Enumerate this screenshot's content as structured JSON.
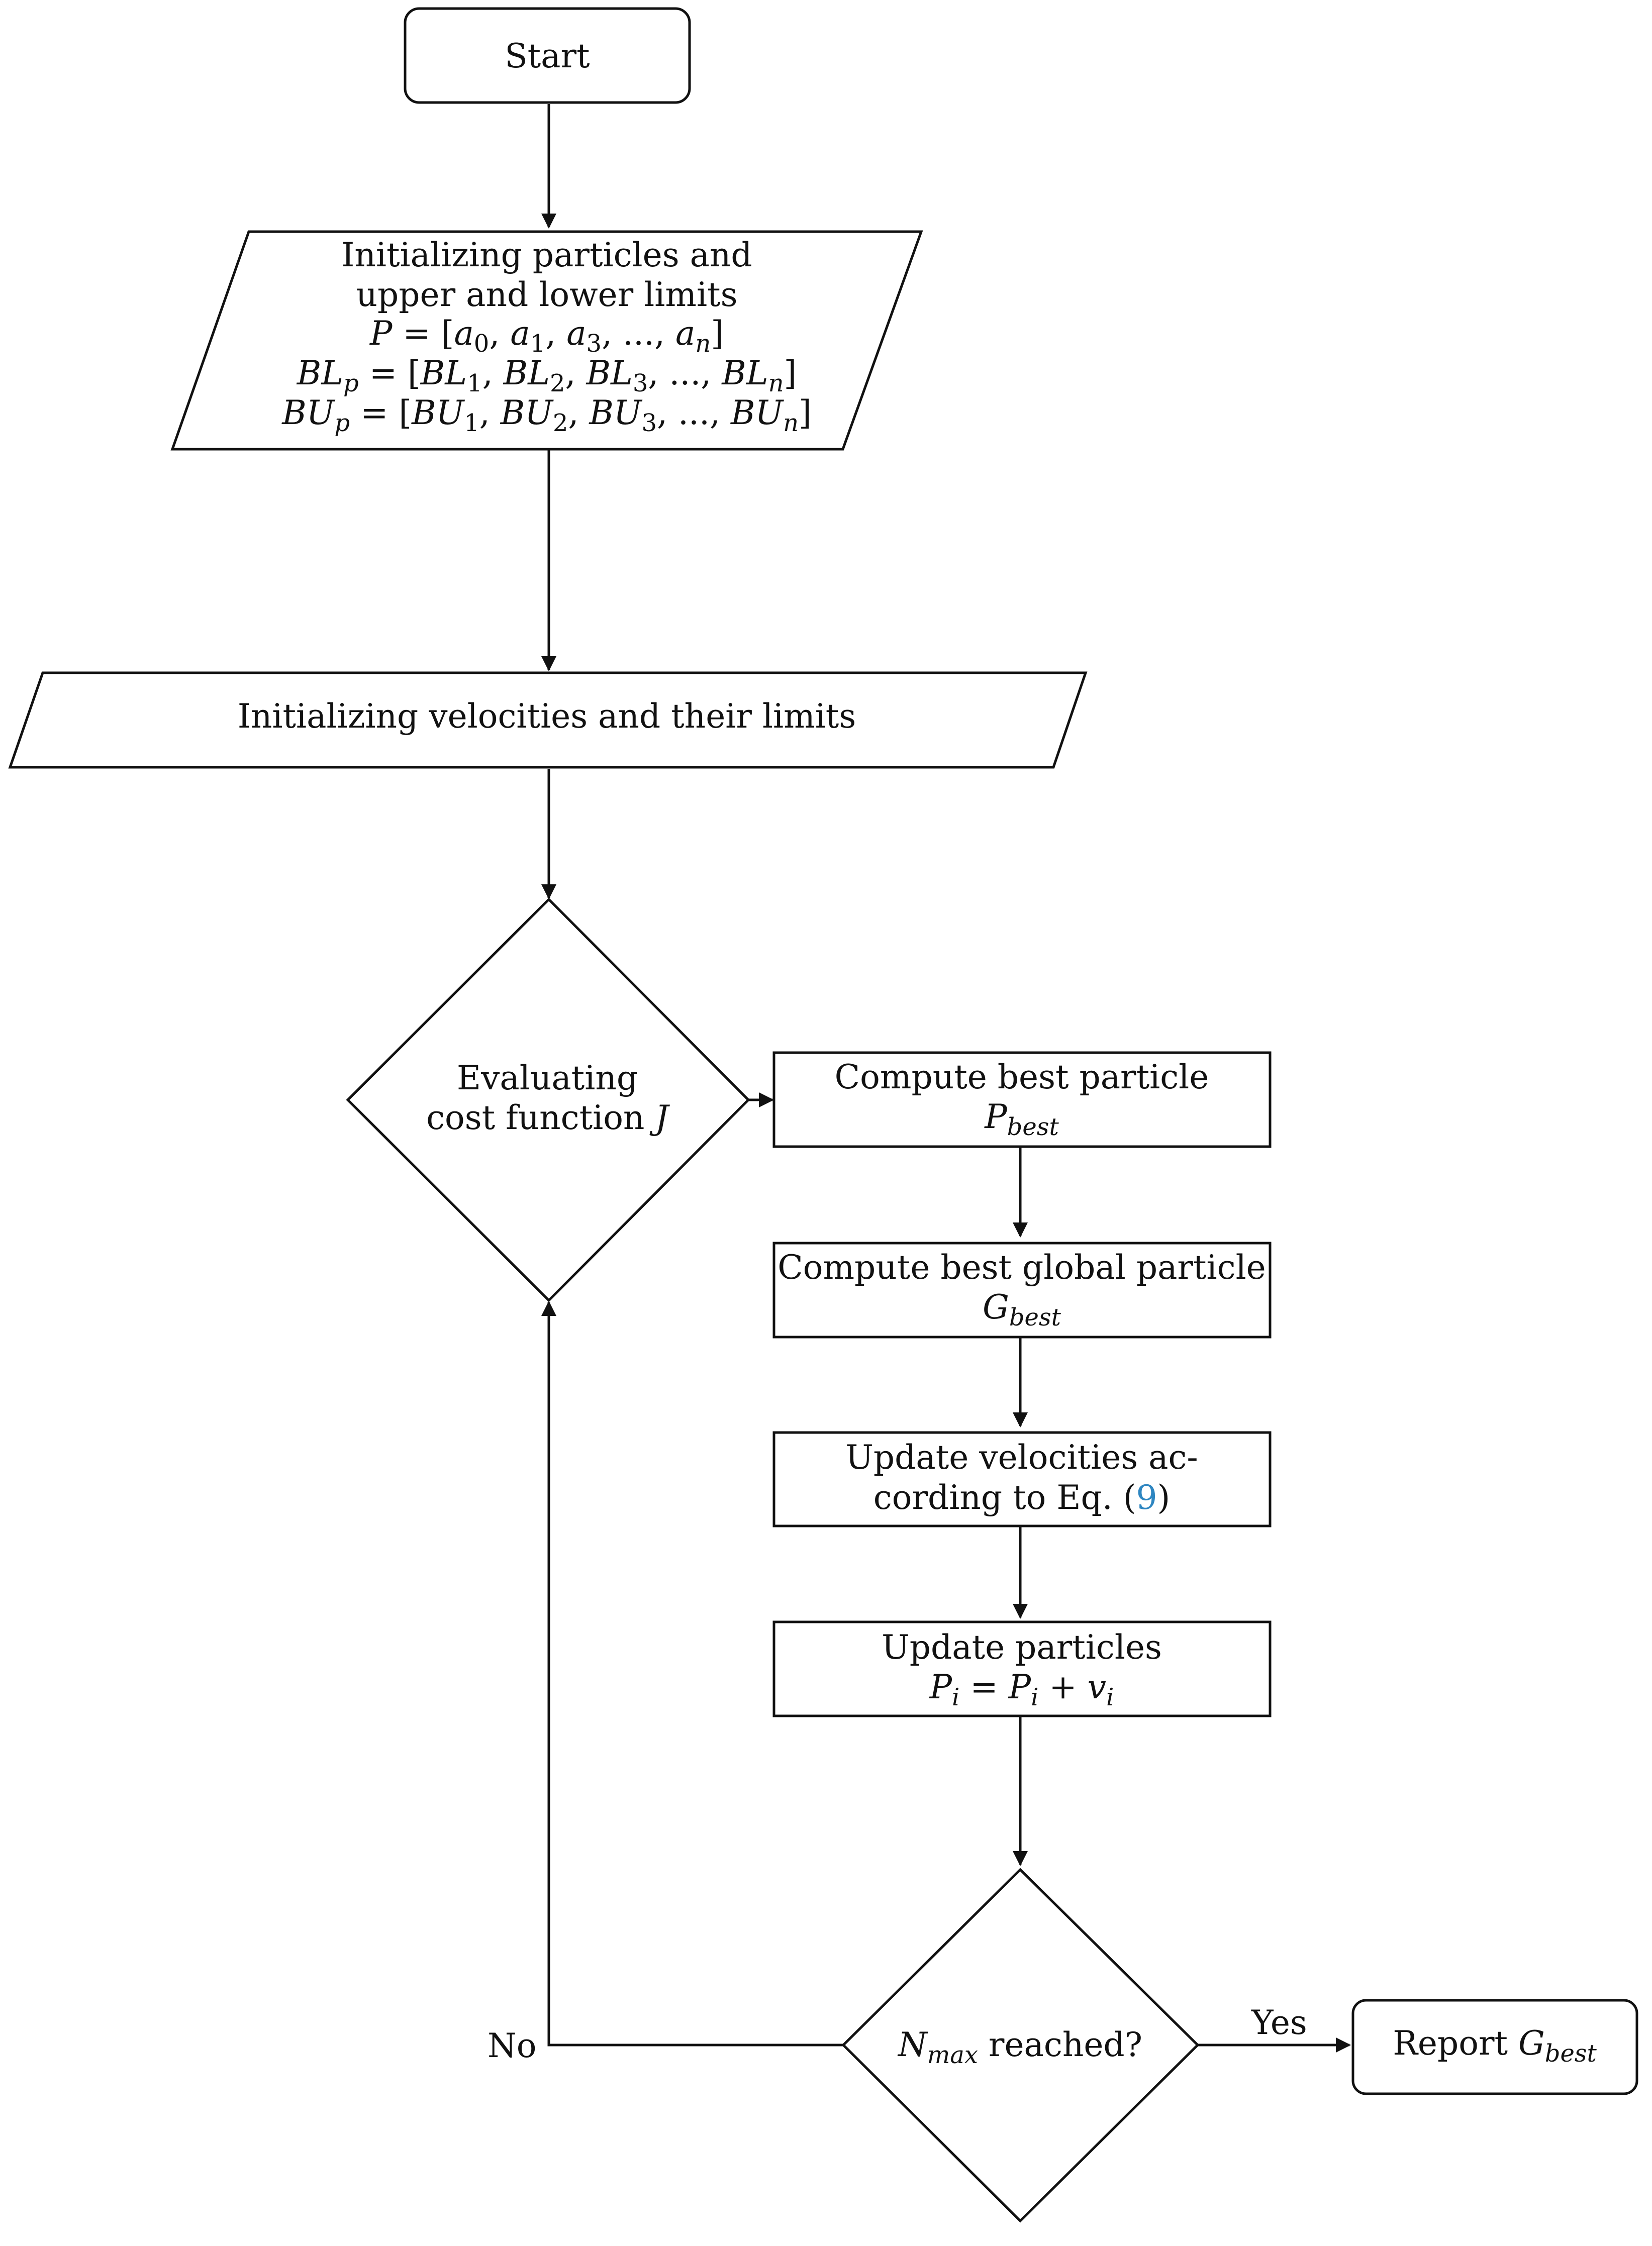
{
  "diagram": {
    "nodes": {
      "start": {
        "label": "Start"
      },
      "init_particles": {
        "line1": "Initializing particles and",
        "line2": "upper and lower limits",
        "eq1": {
          "lhs": "P",
          "rhs": "[a0, a1, a3, ..., an]"
        },
        "eq2": {
          "lhs": "BLp",
          "rhs": "[BL1, BL2, BL3, ..., BLn]"
        },
        "eq3": {
          "lhs": "BUp",
          "rhs": "[BU1, BU2, BU3, ..., BUn]"
        }
      },
      "init_velocities": {
        "label": "Initializing velocities and their limits"
      },
      "evaluate": {
        "line1": "Evaluating",
        "line2_text": "cost function",
        "line2_var": "J"
      },
      "pbest": {
        "line1": "Compute best particle",
        "var": "P",
        "var_sub": "best"
      },
      "gbest": {
        "line1": "Compute best global particle",
        "var": "G",
        "var_sub": "best"
      },
      "update_vel": {
        "line1": "Update velocities ac-",
        "line2_text": "cording to Eq. (",
        "ref": "9",
        "line2_close": ")"
      },
      "update_particles": {
        "line1": "Update particles",
        "eq": "Pi = Pi + vi"
      },
      "decision": {
        "var": "N",
        "var_sub": "max",
        "text": " reached?"
      },
      "report": {
        "text": "Report ",
        "var": "G",
        "var_sub": "best"
      }
    },
    "edges": {
      "no_label": "No",
      "yes_label": "Yes"
    }
  },
  "colors": {
    "line": "#111111",
    "reference_link": "#2e86c1",
    "background": "#ffffff"
  }
}
